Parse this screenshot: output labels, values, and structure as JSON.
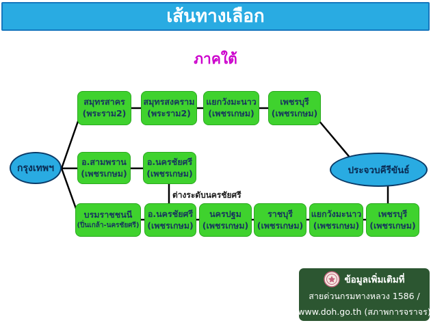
{
  "header": {
    "title": "เส้นทางเลือก"
  },
  "section_title": {
    "text": "ภาคใต้"
  },
  "diagram": {
    "start": {
      "label": "กรุงเทพฯ"
    },
    "end": {
      "label": "ประจวบคีรีขันธ์"
    },
    "interchange_note": "ต่างระดับนครชัยศรี",
    "routes": [
      {
        "name": "rama2-route",
        "nodes": [
          {
            "place": "สมุทรสาคร",
            "road": "(พระราม2)"
          },
          {
            "place": "สมุทรสงคราม",
            "road": "(พระราม2)"
          },
          {
            "place": "แยกวังมะนาว",
            "road": "(เพชรเกษม)"
          },
          {
            "place": "เพชรบุรี",
            "road": "(เพชรเกษม)"
          }
        ]
      },
      {
        "name": "phetkasem-route",
        "nodes": [
          {
            "place": "อ.สามพราน",
            "road": "(เพชรเกษม)"
          },
          {
            "place": "อ.นครชัยศรี",
            "road": "(เพชรเกษม)"
          }
        ]
      },
      {
        "name": "borommaratchachonnani-route",
        "nodes": [
          {
            "place": "บรมราชชนนี",
            "road": "(ปิ่นเกล้า-นครชัยศรี)"
          },
          {
            "place": "อ.นครชัยศรี",
            "road": "(เพชรเกษม)"
          },
          {
            "place": "นครปฐม",
            "road": "(เพชรเกษม)"
          },
          {
            "place": "ราชบุรี",
            "road": "(เพชรเกษม)"
          },
          {
            "place": "แยกวังมะนาว",
            "road": "(เพชรเกษม)"
          },
          {
            "place": "เพชรบุรี",
            "road": "(เพชรเกษม)"
          }
        ]
      }
    ]
  },
  "footer": {
    "line1": "ข้อมูลเพิ่มเติมที่",
    "line2": "สายด่วนกรมทางหลวง 1586 /",
    "line3": "www.doh.go.th (สภาพการจราจร)",
    "logo": "doh-seal"
  },
  "colors": {
    "header_bg": "#29ABE2",
    "header_border": "#1577BE",
    "title_magenta": "#CC00CC",
    "node_green": "#3FD22E",
    "node_border": "#2AA81F",
    "node_text": "#17365D",
    "ellipse_blue": "#29ABE2",
    "ellipse_border": "#0A3A67",
    "footer_green": "#2C5631",
    "connector": "#000000"
  }
}
